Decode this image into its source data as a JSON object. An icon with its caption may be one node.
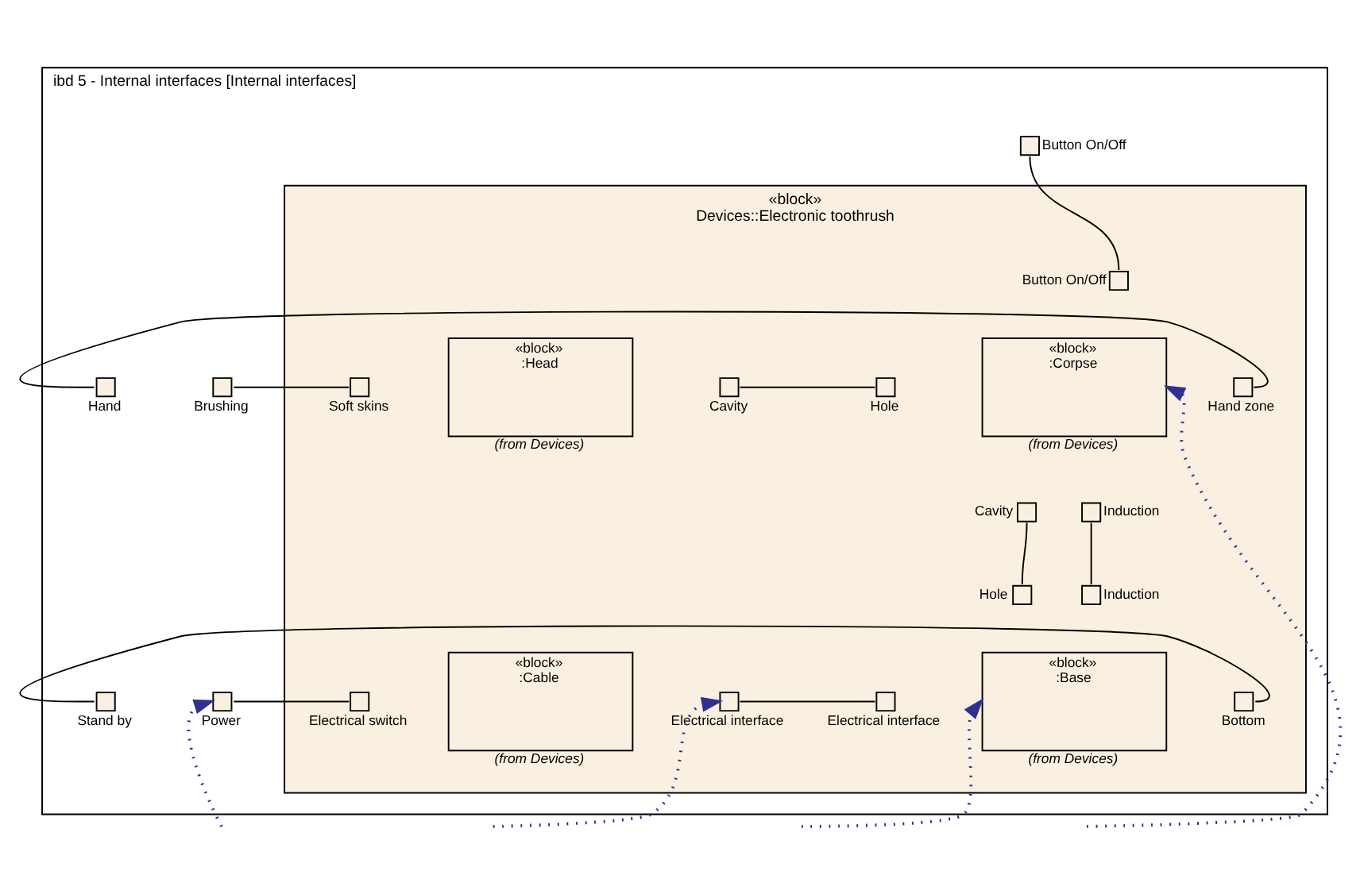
{
  "diagram": {
    "nodes": [
      {
        "text": [
          "ibd 5 - Internal interfaces [Internal interfaces]"
        ]
      },
      {
        "text": [
          "«block»",
          "Devices::Electronic toothrush"
        ],
        "in": 0
      },
      {
        "text": [],
        "shape": "box",
        "beside": [
          "Button On/Off"
        ],
        "in": 0
      },
      {
        "text": [],
        "shape": "box",
        "beside": [
          "Brushing"
        ],
        "in": 0
      },
      {
        "text": [
          "«block»",
          ":Head"
        ],
        "beside": [
          "(from Devices)"
        ],
        "in": 1
      },
      {
        "text": [],
        "shape": "box",
        "beside": [
          "Soft skins"
        ],
        "in": 1
      },
      {
        "text": [],
        "shape": "box",
        "beside": [
          "Cavity"
        ],
        "in": 1
      },
      {
        "text": [
          "«block»",
          ":Corpse"
        ],
        "beside": [
          "(from Devices)"
        ],
        "in": 1
      },
      {
        "text": [],
        "shape": "box",
        "beside": [
          "Button On/Off"
        ],
        "in": 1
      },
      {
        "text": [],
        "shape": "box",
        "beside": [
          "Hole"
        ],
        "in": 1
      },
      {
        "text": [],
        "shape": "box",
        "beside": [
          "Hand zone"
        ],
        "in": 1
      },
      {
        "text": [],
        "shape": "box",
        "beside": [
          "Cavity"
        ],
        "in": 1
      },
      {
        "text": [],
        "shape": "box",
        "beside": [
          "Induction"
        ],
        "in": 1
      },
      {
        "text": [],
        "shape": "box",
        "beside": [
          "Hand"
        ],
        "in": 0
      },
      {
        "text": [
          "«block»",
          ":Cable"
        ],
        "beside": [
          "(from Devices)"
        ],
        "in": 1
      },
      {
        "text": [],
        "shape": "box",
        "beside": [
          "Electrical switch"
        ],
        "in": 1
      },
      {
        "text": [],
        "shape": "box",
        "beside": [
          "Electrical interface"
        ],
        "in": 1
      },
      {
        "text": [],
        "shape": "box",
        "beside": [
          "Power"
        ],
        "in": 0
      },
      {
        "text": [
          "«block»",
          ":Base"
        ],
        "beside": [
          "(from Devices)"
        ],
        "in": 1
      },
      {
        "text": [],
        "shape": "box",
        "beside": [
          "Hole"
        ],
        "in": 1
      },
      {
        "text": [],
        "shape": "box",
        "beside": [
          "Induction"
        ],
        "in": 1
      },
      {
        "text": [],
        "shape": "box",
        "beside": [
          "Electrical interface"
        ],
        "in": 1
      },
      {
        "text": [],
        "shape": "box",
        "beside": [
          "Bottom"
        ],
        "in": 1
      },
      {
        "text": [],
        "shape": "box",
        "beside": [
          "Stand by"
        ],
        "in": 0
      }
    ],
    "edges": [
      {
        "from": 2,
        "to": 8,
        "arrow": "none"
      },
      {
        "from": 3,
        "to": 5,
        "arrow": "none"
      },
      {
        "from": 6,
        "to": 9,
        "arrow": "none"
      },
      {
        "from": 10,
        "to": 13,
        "arrow": "none"
      },
      {
        "from": 11,
        "to": 19,
        "arrow": "none"
      },
      {
        "from": 12,
        "to": 20,
        "arrow": "none"
      },
      {
        "from": 17,
        "to": 15,
        "arrow": "none"
      },
      {
        "from": 16,
        "to": 21,
        "arrow": "none"
      },
      {
        "from": 22,
        "to": 23,
        "arrow": "none"
      },
      {
        "from": null,
        "to": 17,
        "arrow": "to",
        "style": "dashed",
        "color": "#2e3192"
      },
      {
        "from": null,
        "to": 16,
        "arrow": "to",
        "style": "dashed",
        "color": "#2e3192"
      },
      {
        "from": null,
        "to": 18,
        "arrow": "to",
        "style": "dashed",
        "color": "#2e3192"
      },
      {
        "from": null,
        "to": 7,
        "arrow": "to",
        "style": "dashed",
        "color": "#2e3192"
      }
    ]
  }
}
